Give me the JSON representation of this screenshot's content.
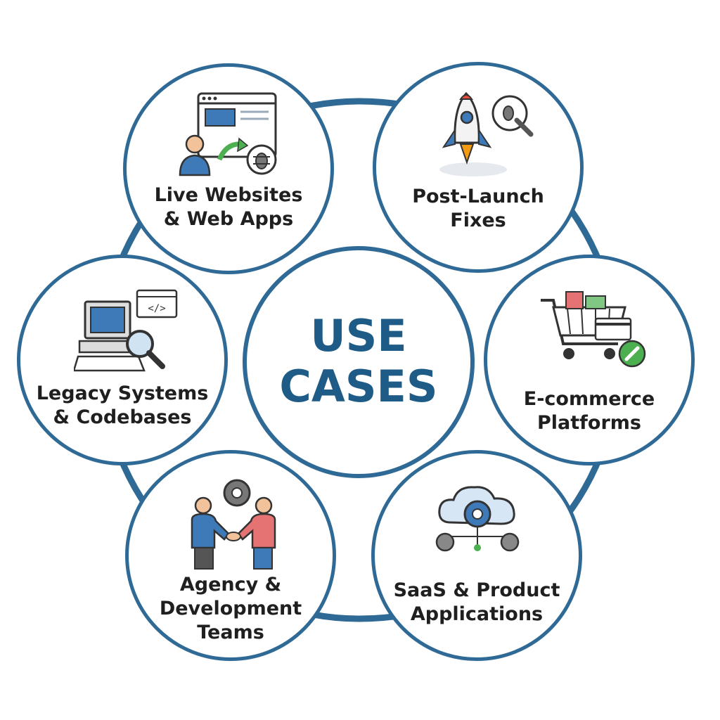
{
  "center": {
    "line1": "USE",
    "line2": "CASES"
  },
  "items": [
    {
      "line1": "Live Websites",
      "line2": "& Web Apps",
      "icon": "website-bug-icon"
    },
    {
      "line1": "Post-Launch",
      "line2": "Fixes",
      "icon": "rocket-bug-icon"
    },
    {
      "line1": "E-commerce",
      "line2": "Platforms",
      "icon": "shopping-cart-icon"
    },
    {
      "line1": "SaaS & Product",
      "line2": "Applications",
      "icon": "cloud-gear-icon"
    },
    {
      "line1": "Agency &",
      "line2": "Development",
      "line3": "Teams",
      "icon": "handshake-gear-icon"
    },
    {
      "line1": "Legacy Systems",
      "line2": "& Codebases",
      "icon": "computer-magnifier-icon"
    }
  ],
  "colors": {
    "ring": "#2f6a96",
    "title": "#1e5b86",
    "text": "#1f1f1f",
    "accent_green": "#4caf50"
  }
}
